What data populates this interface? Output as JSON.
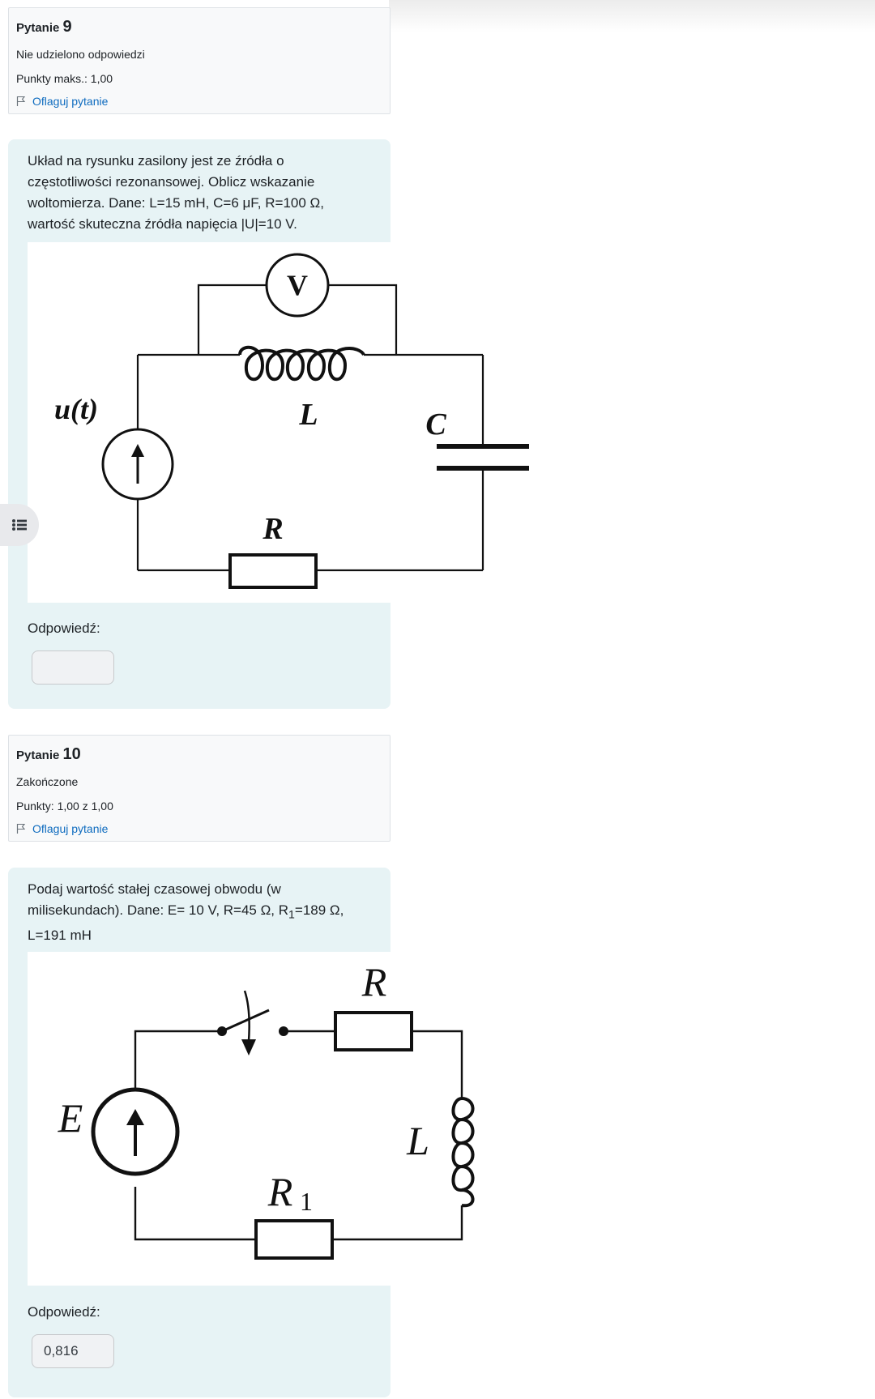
{
  "questions": [
    {
      "label": "Pytanie",
      "number": "9",
      "status": "Nie udzielono odpowiedzi",
      "points": "Punkty maks.: 1,00",
      "flag": "Oflaguj pytanie",
      "text": "Układ na rysunku zasilony jest ze źródła o częstotliwości rezonansowej. Oblicz wskazanie woltomierza. Dane: L=15 mH, C=6 μF, R=100 Ω, wartość skuteczna źródła napięcia |U|=10 V.",
      "figure_labels": {
        "voltmeter": "V",
        "source": "u(t)",
        "inductor": "L",
        "capacitor": "C",
        "resistor": "R"
      },
      "answer_label": "Odpowiedź:",
      "answer_value": ""
    },
    {
      "label": "Pytanie",
      "number": "10",
      "status": "Zakończone",
      "points": "Punkty: 1,00 z 1,00",
      "flag": "Oflaguj pytanie",
      "text_parts": {
        "before_sub": "Podaj wartość stałej czasowej obwodu (w milisekundach). Dane: E= 10 V, R=45 Ω, R",
        "sub": "1",
        "after_sub": "=189 Ω, L=191 mH"
      },
      "figure_labels": {
        "source": "E",
        "resistor": "R",
        "inductor": "L",
        "resistor1": "R",
        "resistor1_sub": "1"
      },
      "answer_label": "Odpowiedź:",
      "answer_value": "0,816"
    }
  ],
  "icons": {
    "flag": "flag-icon",
    "nav": "list-icon"
  },
  "colors": {
    "link": "#0f6cbf",
    "content_bg": "#e7f3f5",
    "info_bg": "#f8f9fa"
  }
}
